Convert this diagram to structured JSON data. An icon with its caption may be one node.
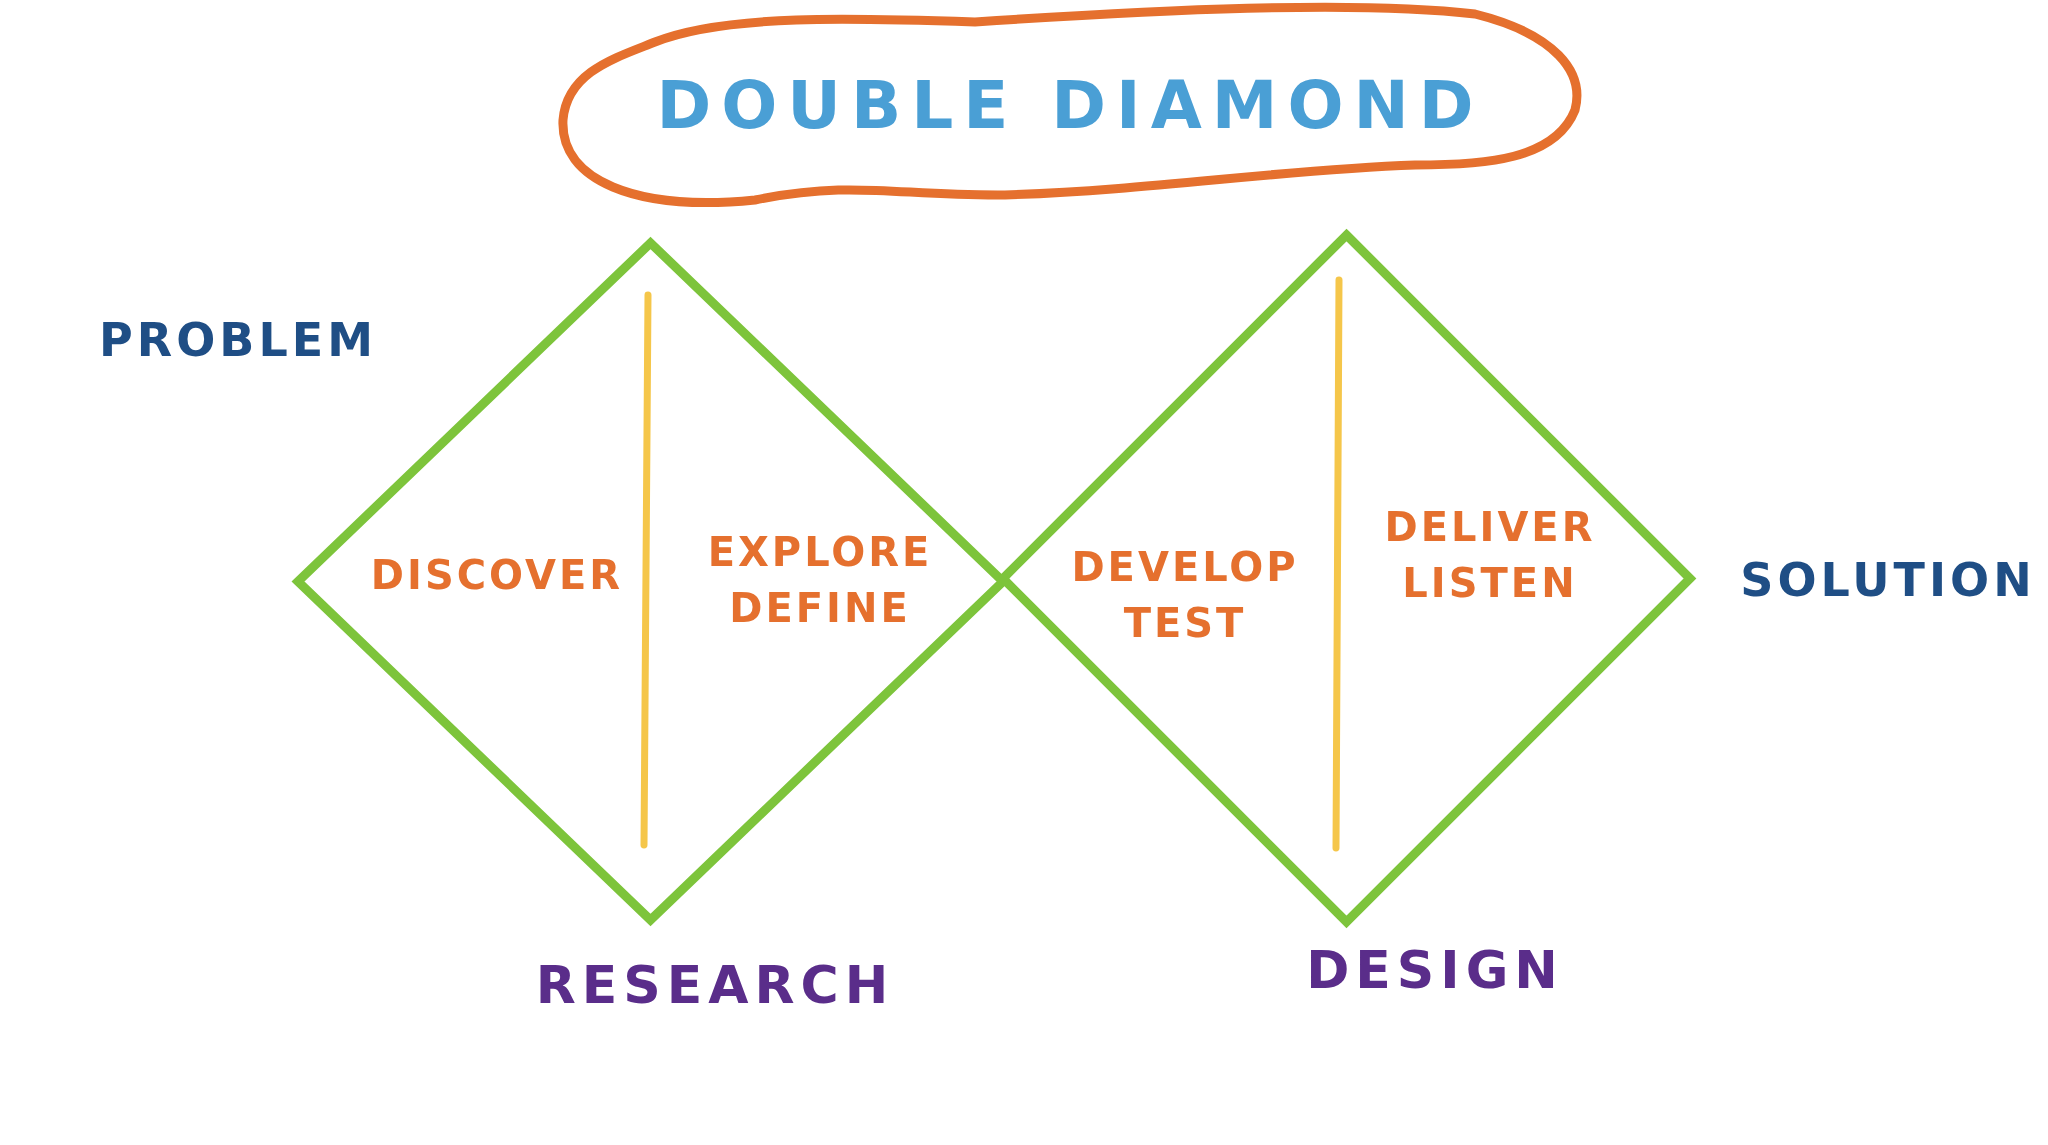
{
  "diagram": {
    "nodes": [
      {
        "text": [
          "DOUBLE DIAMOND"
        ]
      },
      {
        "text": [
          "DISCOVER",
          "EXPLORE DEFINE"
        ],
        "beside": [
          "RESEARCH"
        ]
      },
      {
        "text": [
          "DEVELOP TEST",
          "DELIVER LISTEN"
        ],
        "beside": [
          "DESIGN"
        ]
      }
    ],
    "labels": [
      "PROBLEM",
      "SOLUTION"
    ]
  }
}
